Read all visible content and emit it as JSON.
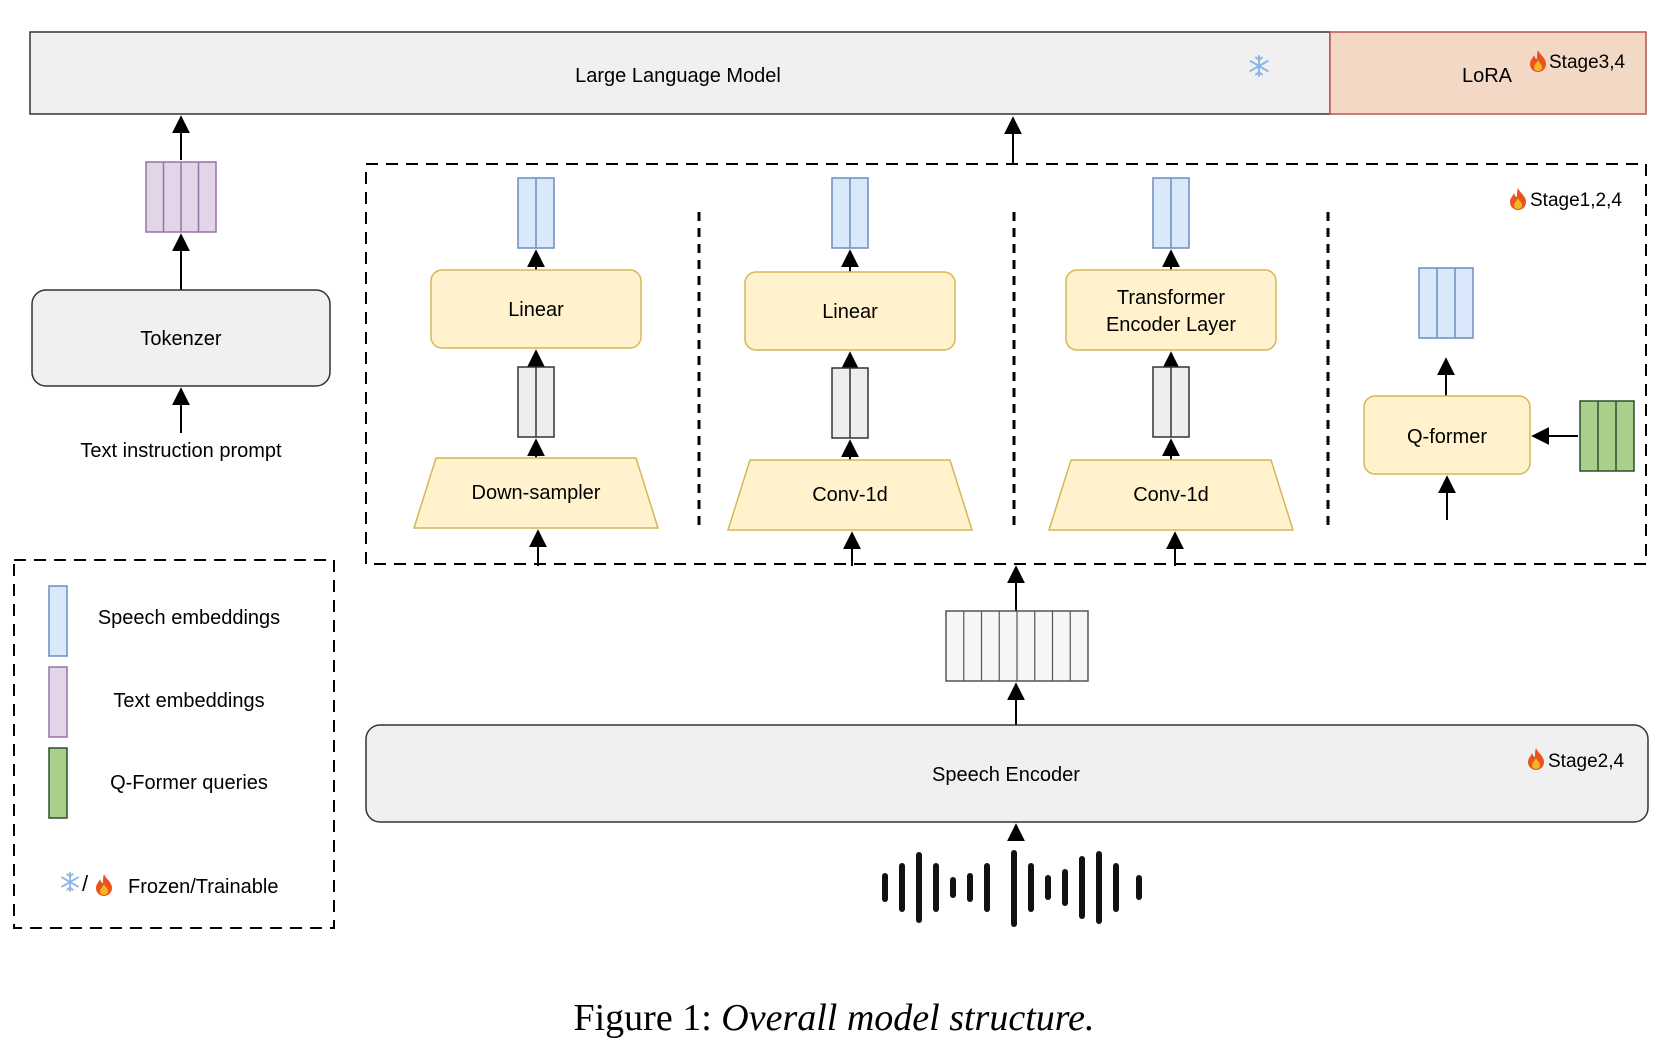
{
  "llm": {
    "label": "Large Language Model",
    "frozen_icon": "snowflake-icon"
  },
  "lora": {
    "label": "LoRA",
    "stage": "Stage3,4",
    "trainable_icon": "flame-icon"
  },
  "adapter_group": {
    "stage": "Stage1,2,4",
    "trainable_icon": "flame-icon"
  },
  "tokenizer": {
    "label": "Tokenzer"
  },
  "text_prompt": {
    "label": "Text instruction prompt"
  },
  "adapters": [
    {
      "top": "Linear",
      "bottom": "Down-sampler"
    },
    {
      "top": "Linear",
      "bottom": "Conv-1d"
    },
    {
      "top_line1": "Transformer",
      "top_line2": "Encoder Layer",
      "bottom": "Conv-1d"
    },
    {
      "top": "Q-former"
    }
  ],
  "speech_encoder": {
    "label": "Speech Encoder",
    "stage": "Stage2,4",
    "trainable_icon": "flame-icon"
  },
  "legend": {
    "speech": "Speech embeddings",
    "text": "Text embeddings",
    "queries": "Q-Former queries",
    "frozen_trainable_sep": "/",
    "frozen_trainable": "Frozen/Trainable"
  },
  "caption": {
    "prefix": "Figure 1: ",
    "title": "Overall model structure."
  },
  "colors": {
    "llm_fill": "#f0f0f0",
    "lora_fill": "#f4d8c6",
    "lora_stroke": "#b85450",
    "module_fill": "#fff2cc",
    "module_stroke": "#d6b656",
    "speech_emb_fill": "#dae8fc",
    "speech_emb_stroke": "#6c8ebf",
    "text_emb_fill": "#e1d5e7",
    "text_emb_stroke": "#9673a6",
    "query_fill": "#a9cf8b",
    "query_stroke": "#2f4f2f",
    "gray_fill": "#eeeeee",
    "snowflake": "#8fb5e8",
    "flame_outer": "#e8541c",
    "flame_inner": "#f6b327"
  }
}
